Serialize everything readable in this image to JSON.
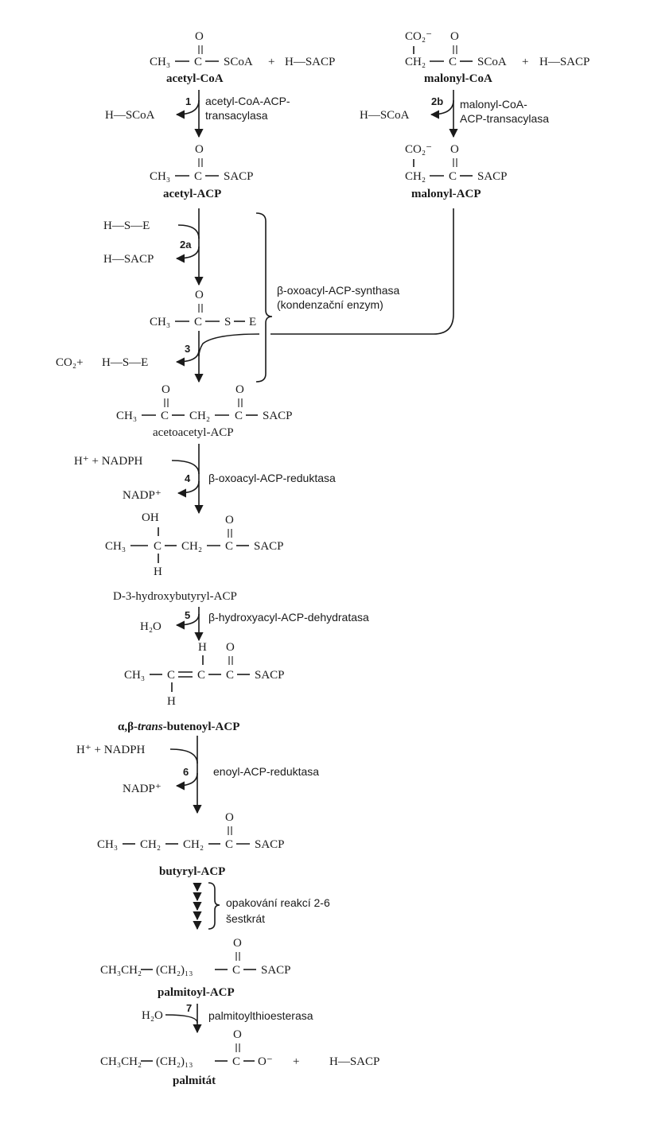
{
  "atoms": {
    "o": "O",
    "co2m": "CO₂⁻",
    "ch3": "CH₃",
    "ch2": "CH₂",
    "c": "C",
    "h": "H",
    "oh": "OH",
    "s": "S",
    "e": "E",
    "bond": "—",
    "plus": "+",
    "scoa": "SCoA",
    "sacp": "SACP",
    "h_scoa": "H—SCoA",
    "h_sacp": "H—SACP",
    "h_s_e": "H—S—E",
    "co2_plus": "CO₂+",
    "hplus_nadph": "H⁺ + NADPH",
    "nadp": "NADP⁺",
    "h2o": "H₂O",
    "ch3ch2": "CH₃CH₂",
    "ch2n13": "(CH₂)₁₃",
    "o_minus": "O⁻"
  },
  "compounds": {
    "acetyl_coa": "acetyl-CoA",
    "malonyl_coa": "malonyl-CoA",
    "acetyl_acp": "acetyl-ACP",
    "malonyl_acp": "malonyl-ACP",
    "acetoacetyl_acp": "acetoacetyl-ACP",
    "hydroxybutyryl_acp": "D-3-hydroxybutyryl-ACP",
    "butenoyl_prefix": "α,β-",
    "butenoyl_trans": "trans",
    "butenoyl_suffix": "-butenoyl-ACP",
    "butyryl_acp": "butyryl-ACP",
    "palmitoyl_acp": "palmitoyl-ACP",
    "palmitat": "palmitát"
  },
  "steps": {
    "s1": "1",
    "s2a": "2a",
    "s2b": "2b",
    "s3": "3",
    "s4": "4",
    "s5": "5",
    "s6": "6",
    "s7": "7"
  },
  "enzymes": {
    "e1_line1": "acetyl-CoA-ACP-",
    "e1_line2": "transacylasa",
    "e2b_line1": "malonyl-CoA-",
    "e2b_line2": "ACP-transacylasa",
    "synthase_line1": "β-oxoacyl-ACP-synthasa",
    "synthase_line2": "(kondenzační enzym)",
    "e4": "β-oxoacyl-ACP-reduktasa",
    "e5": "β-hydroxyacyl-ACP-dehydratasa",
    "e6": "enoyl-ACP-reduktasa",
    "repeat_line1": "opakování reakcí 2-6",
    "repeat_line2": "šestkrát",
    "e7": "palmitoylthioesterasa"
  }
}
